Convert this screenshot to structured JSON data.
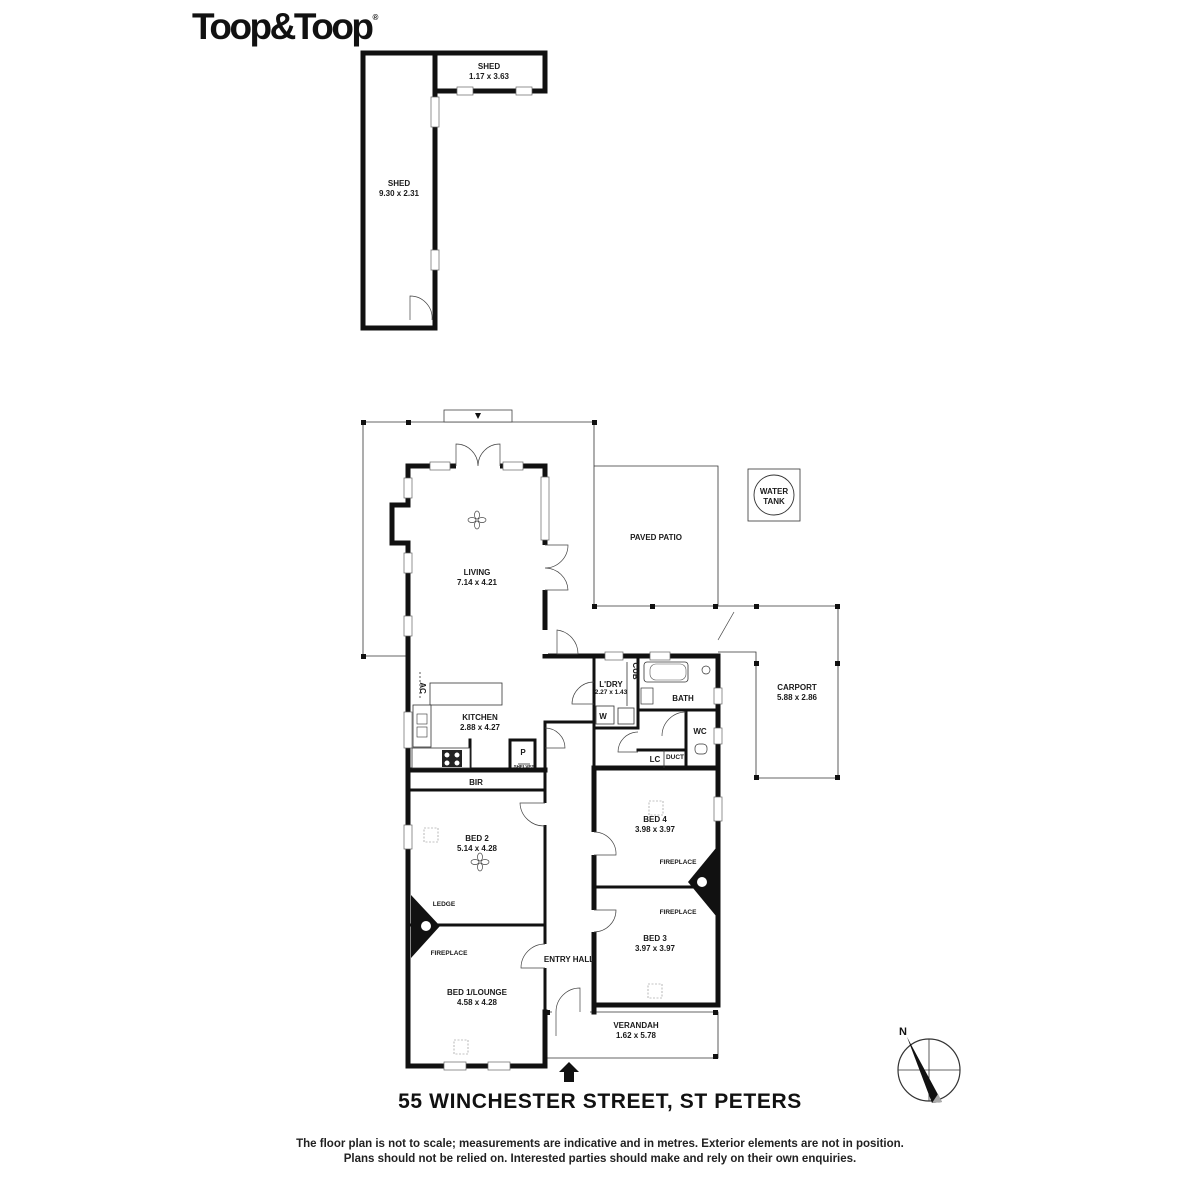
{
  "brand": {
    "name": "Toop&Toop",
    "registered_mark": "®"
  },
  "address": "55 WINCHESTER STREET, ST PETERS",
  "disclaimer": {
    "line1": "The floor plan is not to scale; measurements are indicative and in metres. Exterior elements are not in position.",
    "line2": "Plans should not be relied on. Interested parties should make and rely on their own enquiries."
  },
  "compass": {
    "label": "N"
  },
  "rooms": {
    "shed_small": {
      "name": "SHED",
      "dims": "1.17 x 3.63"
    },
    "shed_large": {
      "name": "SHED",
      "dims": "9.30 x 2.31"
    },
    "living": {
      "name": "LIVING",
      "dims": "7.14 x 4.21"
    },
    "paved_patio": {
      "name": "PAVED PATIO"
    },
    "water_tank": {
      "line1": "WATER",
      "line2": "TANK"
    },
    "laundry": {
      "name": "L'DRY",
      "dims": "2.27 x 1.43"
    },
    "cupboard": {
      "name": "CUB"
    },
    "bath": {
      "name": "BATH"
    },
    "carport": {
      "name": "CARPORT",
      "dims": "5.88 x 2.86"
    },
    "kitchen": {
      "name": "KITCHEN",
      "dims": "2.88 x 4.27"
    },
    "ac": {
      "name": "AC"
    },
    "washer": {
      "name": "W"
    },
    "pantry": {
      "name": "P",
      "note": "SHELVES"
    },
    "wc": {
      "name": "WC"
    },
    "linen": {
      "name": "LC"
    },
    "duct": {
      "name": "DUCT"
    },
    "bir": {
      "name": "BIR"
    },
    "bed4": {
      "name": "BED 4",
      "dims": "3.98 x 3.97",
      "feature": "FIREPLACE"
    },
    "bed2": {
      "name": "BED 2",
      "dims": "5.14 x 4.28",
      "feature": "LEDGE"
    },
    "bed3": {
      "name": "BED 3",
      "dims": "3.97 x 3.97",
      "feature": "FIREPLACE"
    },
    "bed1": {
      "name": "BED 1/LOUNGE",
      "dims": "4.58 x 4.28",
      "feature": "FIREPLACE"
    },
    "entry_hall": {
      "name": "ENTRY HALL"
    },
    "verandah": {
      "name": "VERANDAH",
      "dims": "1.62 x 5.78"
    }
  }
}
